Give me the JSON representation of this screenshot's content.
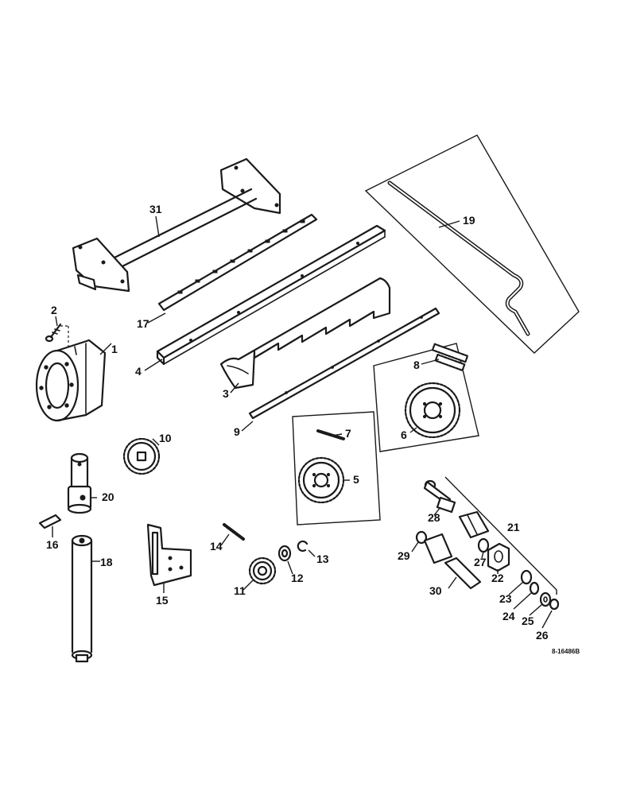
{
  "labels": {
    "p1": "1",
    "p2": "2",
    "p3": "3",
    "p4": "4",
    "p5": "5",
    "p6": "6",
    "p7": "7",
    "p8": "8",
    "p9": "9",
    "p10": "10",
    "p11": "11",
    "p12": "12",
    "p13": "13",
    "p14": "14",
    "p15": "15",
    "p16": "16",
    "p17": "17",
    "p18": "18",
    "p19": "19",
    "p20": "20",
    "p21": "21",
    "p22": "22",
    "p23": "23",
    "p24": "24",
    "p25": "25",
    "p26": "26",
    "p27": "27",
    "p28": "28",
    "p29": "29",
    "p30": "30",
    "p31": "31"
  },
  "drawing_code": "8-16486B"
}
